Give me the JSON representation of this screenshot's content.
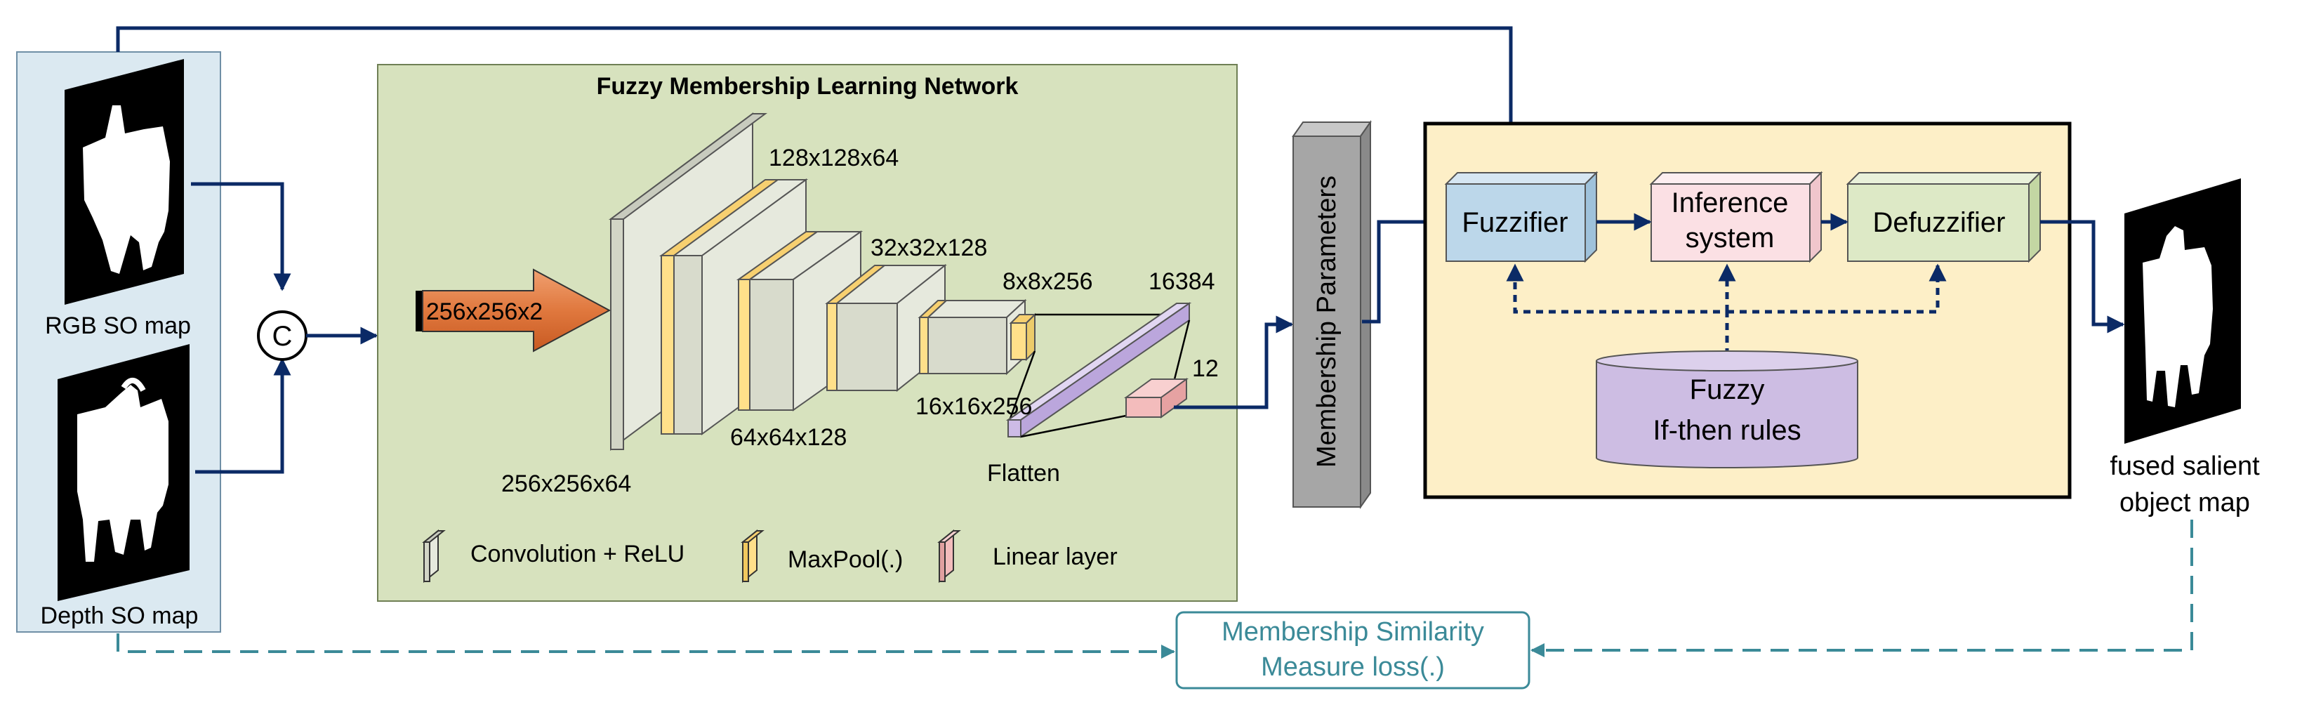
{
  "colors": {
    "input_panel_bg": "#dbe9f1",
    "network_panel_bg": "#d7e2be",
    "fuzzy_panel_bg": "#fdefc7",
    "arrow_navy": "#0b2a66",
    "loss_teal": "#3b8a98",
    "conv_face": "#e6e9dd",
    "maxpool_face": "#ffe08a",
    "linear_face": "#f3bcbc",
    "flatten_face": "#cdbbe6",
    "fuzzifier_face": "#bcd7ea",
    "inference_face": "#fbe0e4",
    "defuzzifier_face": "#dde9c6",
    "rules_fill": "#cdbde3",
    "membership_bar": "#a6a6a6",
    "input_arrow": "#e0783e"
  },
  "inputs": {
    "rgb_label": "RGB SO map",
    "depth_label": "Depth SO map",
    "concat_symbol": "C"
  },
  "network": {
    "title": "Fuzzy Membership Learning Network",
    "input_arrow_label": "256x256x2",
    "dims": {
      "d1": "256x256x64",
      "d2": "128x128x64",
      "d3": "64x64x128",
      "d4": "32x32x128",
      "d5": "16x16x256",
      "d6": "8x8x256",
      "d7": "16384",
      "d8": "12"
    },
    "flatten_label": "Flatten",
    "legend": {
      "conv": "Convolution +  ReLU",
      "maxpool": "MaxPool(.)",
      "linear": "Linear layer"
    }
  },
  "membership": {
    "label": "Membership Parameters"
  },
  "fuzzy_system": {
    "fuzzifier": "Fuzzifier",
    "inference_line1": "Inference",
    "inference_line2": "system",
    "defuzzifier": "Defuzzifier",
    "rules_line1": "Fuzzy",
    "rules_line2": "If-then rules"
  },
  "output": {
    "label_line1": "fused salient",
    "label_line2": "object map"
  },
  "loss": {
    "line1": "Membership Similarity",
    "line2": "Measure loss(.)"
  }
}
